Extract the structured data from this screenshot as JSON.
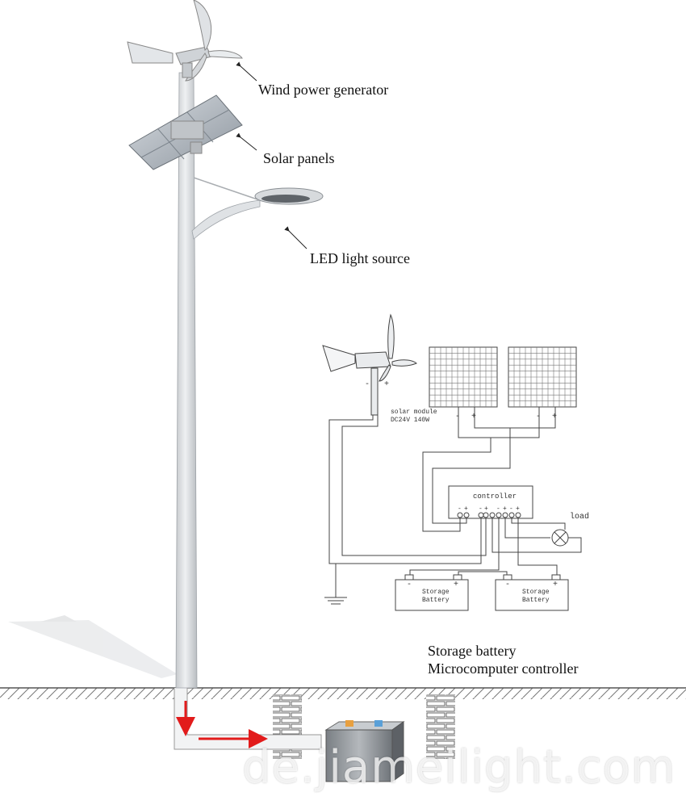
{
  "labels": {
    "wind_generator": "Wind power generator",
    "solar_panels": "Solar panels",
    "led_light": "LED light source",
    "storage_battery": "Storage battery",
    "microcomputer_controller": "Microcomputer controller"
  },
  "schematic": {
    "solar_module": "solar module",
    "solar_spec": "DC24V 140W",
    "controller": "controller",
    "load": "load",
    "battery_line1": "Storage",
    "battery_line2": "Battery",
    "minus": "-",
    "plus": "+"
  },
  "watermark": "de.jiameilight.com",
  "colors": {
    "pole": "#d3d6da",
    "arrow": "#e21b1b",
    "panel": "#9aa3ad",
    "battery_terminal_left": "#e8a040",
    "battery_terminal_right": "#5aa0d8"
  }
}
